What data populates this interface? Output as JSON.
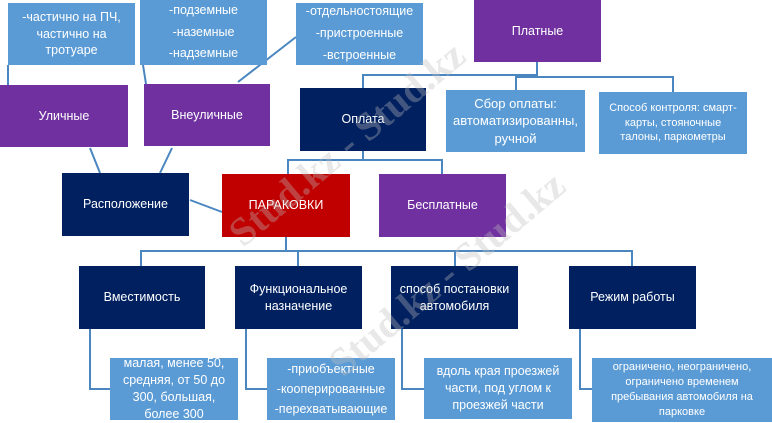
{
  "root": "ПАРАКОВКИ",
  "location": {
    "label": "Расположение",
    "street": {
      "label": "Уличные",
      "detail": "-частично на ПЧ, частично на тротуаре"
    },
    "offstreet": {
      "label": "Внеуличные",
      "levels": [
        "-подземные",
        "-наземные",
        "-надземные"
      ],
      "types": [
        "-отдельностоящие",
        "-пристроенные",
        "-встроенные"
      ]
    }
  },
  "payment": {
    "label": "Оплата",
    "paid": "Платные",
    "free": "Бесплатные",
    "collection": "Сбор оплаты: автоматизированны, ручной",
    "control": "Способ контроля: смарт-карты, стояночные талоны, паркометры"
  },
  "categories": [
    {
      "label": "Вместимость",
      "detail": "малая, менее 50, средняя, от 50 до 300, большая, более 300"
    },
    {
      "label": "Функциональное назначение",
      "detail_items": [
        "-приобъектные",
        "-кооперированные",
        "-перехватывающие"
      ]
    },
    {
      "label": "способ постановки автомобиля",
      "detail": "вдоль края проезжей части, под углом к проезжей части"
    },
    {
      "label": "Режим работы",
      "detail": "ограничено, неограничено, ограничено временем пребывания автомобиля на парковке"
    }
  ],
  "watermark": "Stud.kz - Stud.kz",
  "colors": {
    "light_blue": "#5b9bd5",
    "purple": "#7030a0",
    "navy": "#002060",
    "red": "#c00000",
    "line": "#4a86c0"
  }
}
